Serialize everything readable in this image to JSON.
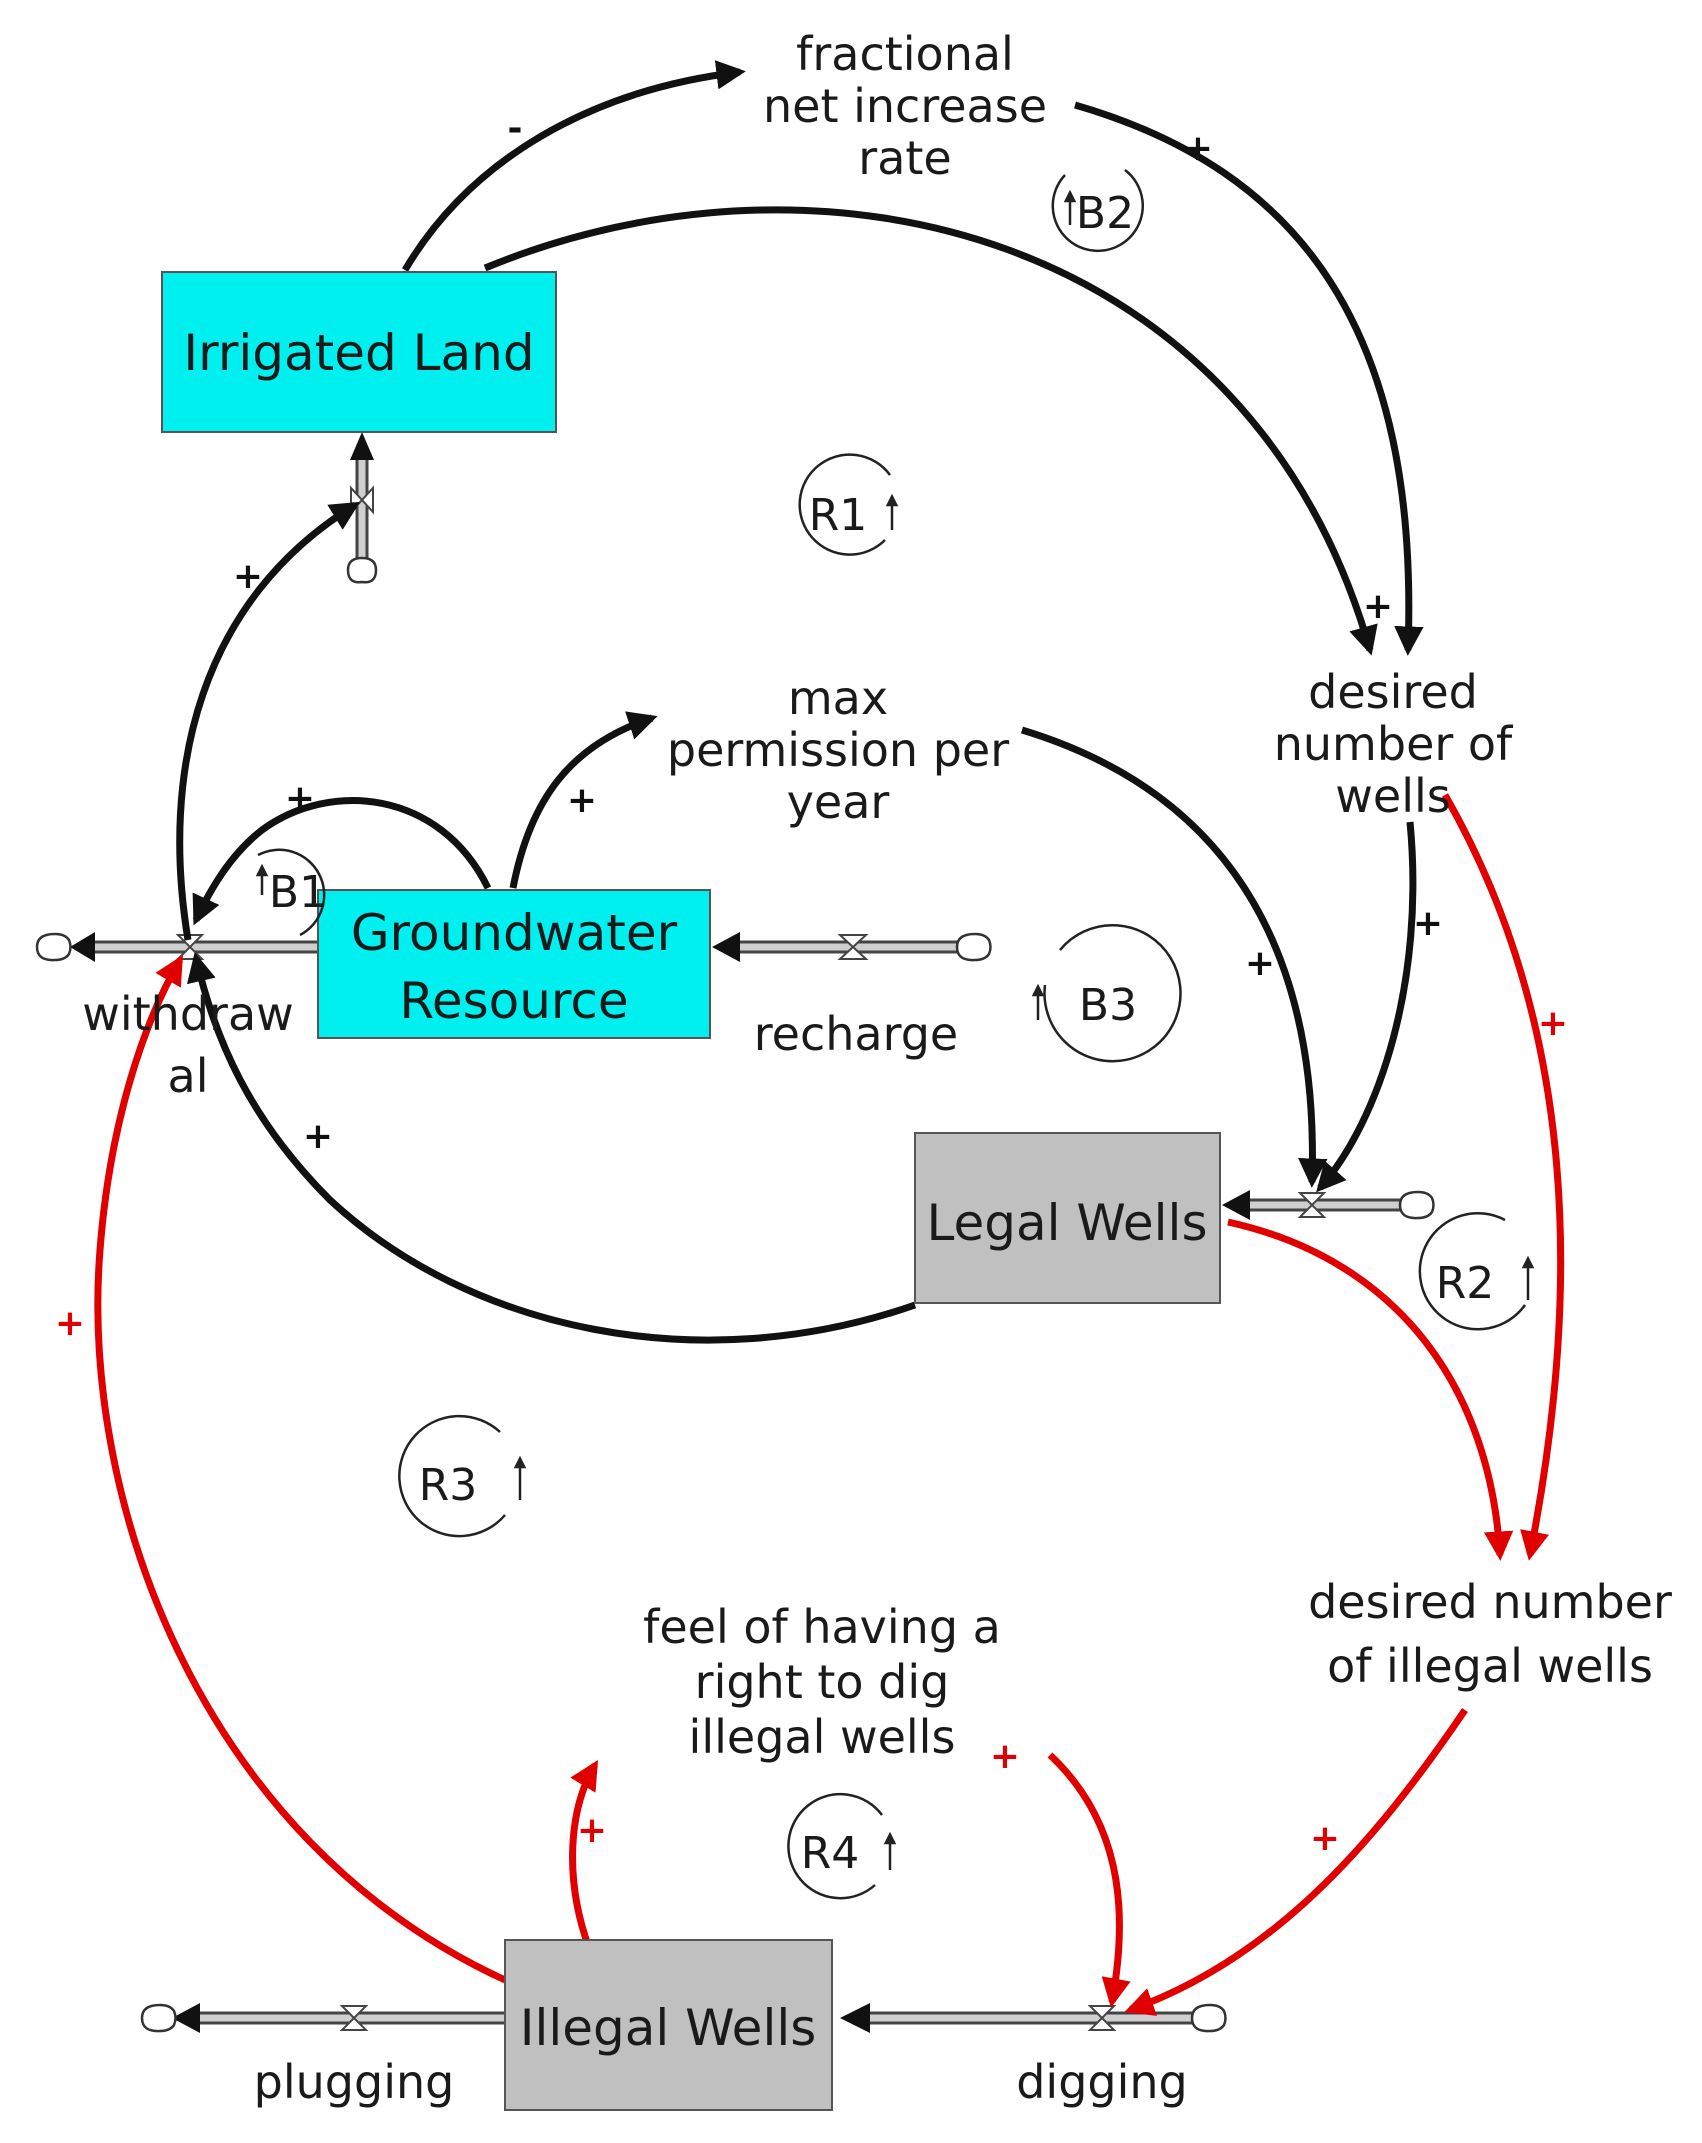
{
  "stocks": {
    "irrigated_land": "Irrigated Land",
    "groundwater_resource": [
      "Groundwater",
      "Resource"
    ],
    "legal_wells": "Legal Wells",
    "illegal_wells": "Illegal Wells"
  },
  "variables": {
    "fractional_net_increase_rate": [
      "fractional",
      "net increase",
      "rate"
    ],
    "desired_number_of_wells": [
      "desired",
      "number of",
      "wells"
    ],
    "max_permission_per_year": [
      "max",
      "permission per",
      "year"
    ],
    "desired_number_of_illegal_wells": [
      "desired number",
      "of illegal wells"
    ],
    "feel_of_having_right": [
      "feel of having a",
      "right to dig",
      "illegal wells"
    ]
  },
  "flows": {
    "withdrawal": [
      "withdraw",
      "al"
    ],
    "recharge": "recharge",
    "plugging": "plugging",
    "digging": "digging"
  },
  "loops": {
    "b1": "B1",
    "b2": "B2",
    "b3": "B3",
    "r1": "R1",
    "r2": "R2",
    "r3": "R3",
    "r4": "R4"
  },
  "polarities": {
    "minus": "-",
    "plus": "+"
  },
  "colors": {
    "stock_resource": "#00f0f0",
    "stock_wells": "#c0c0c0",
    "link_black": "#111111",
    "link_red": "#e00000"
  }
}
